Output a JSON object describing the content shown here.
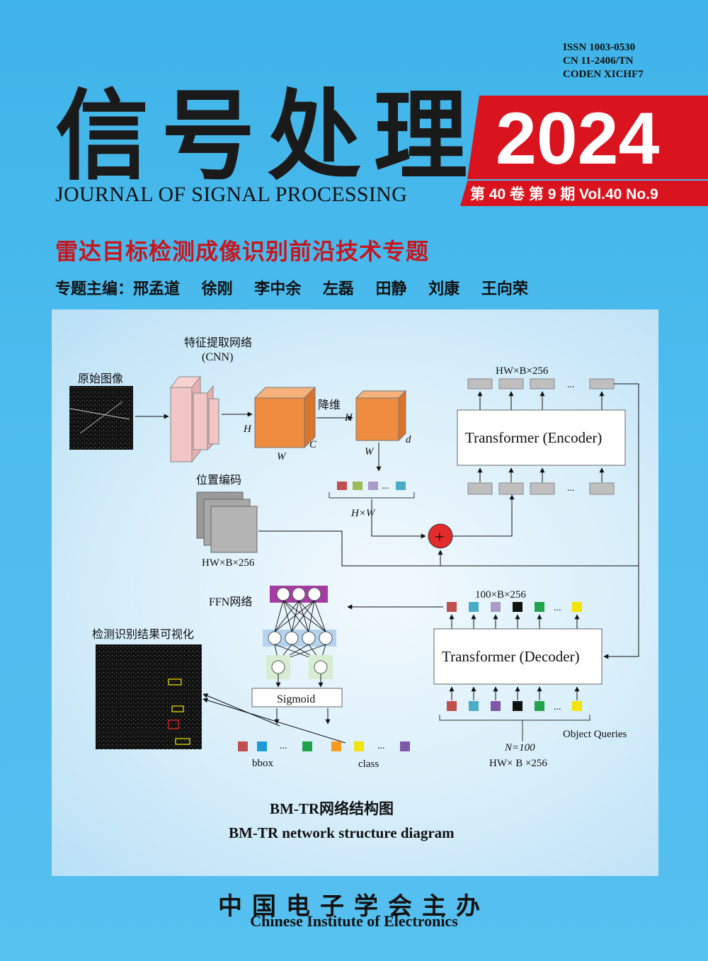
{
  "issn": {
    "line1": "ISSN 1003-0530",
    "line2": "CN 11-2406/TN",
    "line3": "CODEN XICHF7"
  },
  "journal": {
    "title_cn": "信号处理",
    "title_en": "JOURNAL OF SIGNAL PROCESSING"
  },
  "issue": {
    "year": "2024",
    "volume_line": "第 40 卷  第 9 期  Vol.40  No.9"
  },
  "topic": {
    "title": "雷达目标检测成像识别前沿技术专题",
    "editors": "专题主编：邢孟道    徐刚    李中余    左磊    田静    刘康    王向荣"
  },
  "diagram": {
    "cnn_label_cn": "特征提取网络",
    "cnn_label_en": "(CNN)",
    "raw_image_label": "原始图像",
    "dim_reduce_label": "降维",
    "H": "H",
    "W": "W",
    "C": "C",
    "d": "d",
    "HxW": "H×W",
    "pos_enc_label": "位置编码",
    "pos_enc_dim": "HW×B×256",
    "encoder_out_dim": "HW×B×256",
    "encoder_label": "Transformer (Encoder)",
    "decoder_label": "Transformer (Decoder)",
    "decoder_out_dim": "100×B×256",
    "ffn_label": "FFN网络",
    "sigmoid_label": "Sigmoid",
    "result_label": "检测识别结果可视化",
    "bbox_label": "bbox",
    "class_label": "class",
    "object_queries_label": "Object Queries",
    "n_label": "N=100",
    "query_dim": "HW× B ×256",
    "ellipsis": "...",
    "plus": "+",
    "caption_cn": "BM-TR网络结构图",
    "caption_en": "BM-TR network structure diagram",
    "colors": {
      "red": "#c0504d",
      "teal": "#4bacc6",
      "purple_light": "#a99bc9",
      "purple": "#7e57a8",
      "black": "#111111",
      "green": "#22a24a",
      "yellow": "#f2e400",
      "orange": "#f79a1e",
      "blue": "#1e9ad6",
      "gray": "#bfbfbf",
      "pink": "#f2c6c6"
    }
  },
  "publisher": {
    "cn": "中国电子学会主办",
    "en": "Chinese Institute of Electronics"
  }
}
